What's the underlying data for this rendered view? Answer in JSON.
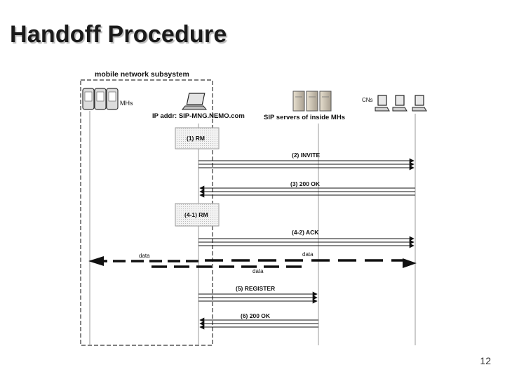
{
  "slide": {
    "title": "Handoff Procedure",
    "page_number": "12"
  },
  "diagram": {
    "subsystem_label": "mobile network subsystem",
    "mhs_label": "MHs",
    "ip_label": "IP addr: SIP-MNG.NEMO.com",
    "sip_servers_label": "SIP servers of inside MHs",
    "cns_label": "CNs",
    "messages": {
      "rm1": "(1) RM",
      "invite": "(2) INVITE",
      "ok3": "(3) 200 OK",
      "rm41": "(4-1) RM",
      "ack": "(4-2) ACK",
      "data_left": "data",
      "data_right": "data",
      "data_bottom": "data",
      "register": "(5) REGISTER",
      "ok6": "(6) 200 OK"
    }
  }
}
